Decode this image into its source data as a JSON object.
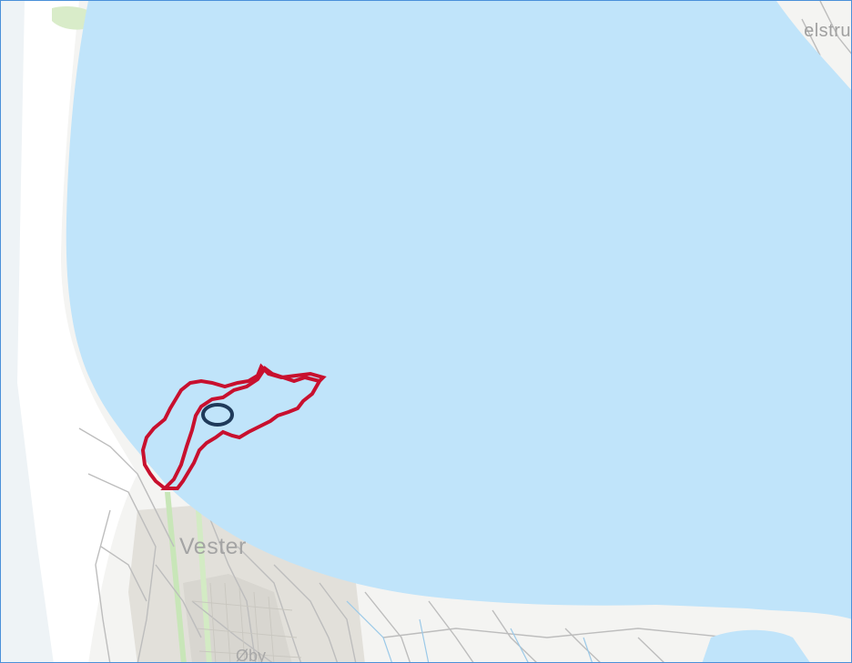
{
  "map": {
    "labels": {
      "top_right": "elstru",
      "town": "Vester",
      "bottom": "Øby"
    },
    "colors": {
      "water": "#c0e4fa",
      "land": "#f4f4f2",
      "beach": "#ffffff",
      "roads": "#bdbdbd",
      "urban": "#d8d6d0",
      "green_strip": "#c8e6b8",
      "waterways": "#9bc9e8",
      "boundary": "#c8102e",
      "marker": "#1f3a5a",
      "frame": "#4a90d9"
    },
    "features": [
      "water-area",
      "outlined-site-boundary",
      "point-marker-ellipse",
      "road-network",
      "town-area"
    ]
  }
}
